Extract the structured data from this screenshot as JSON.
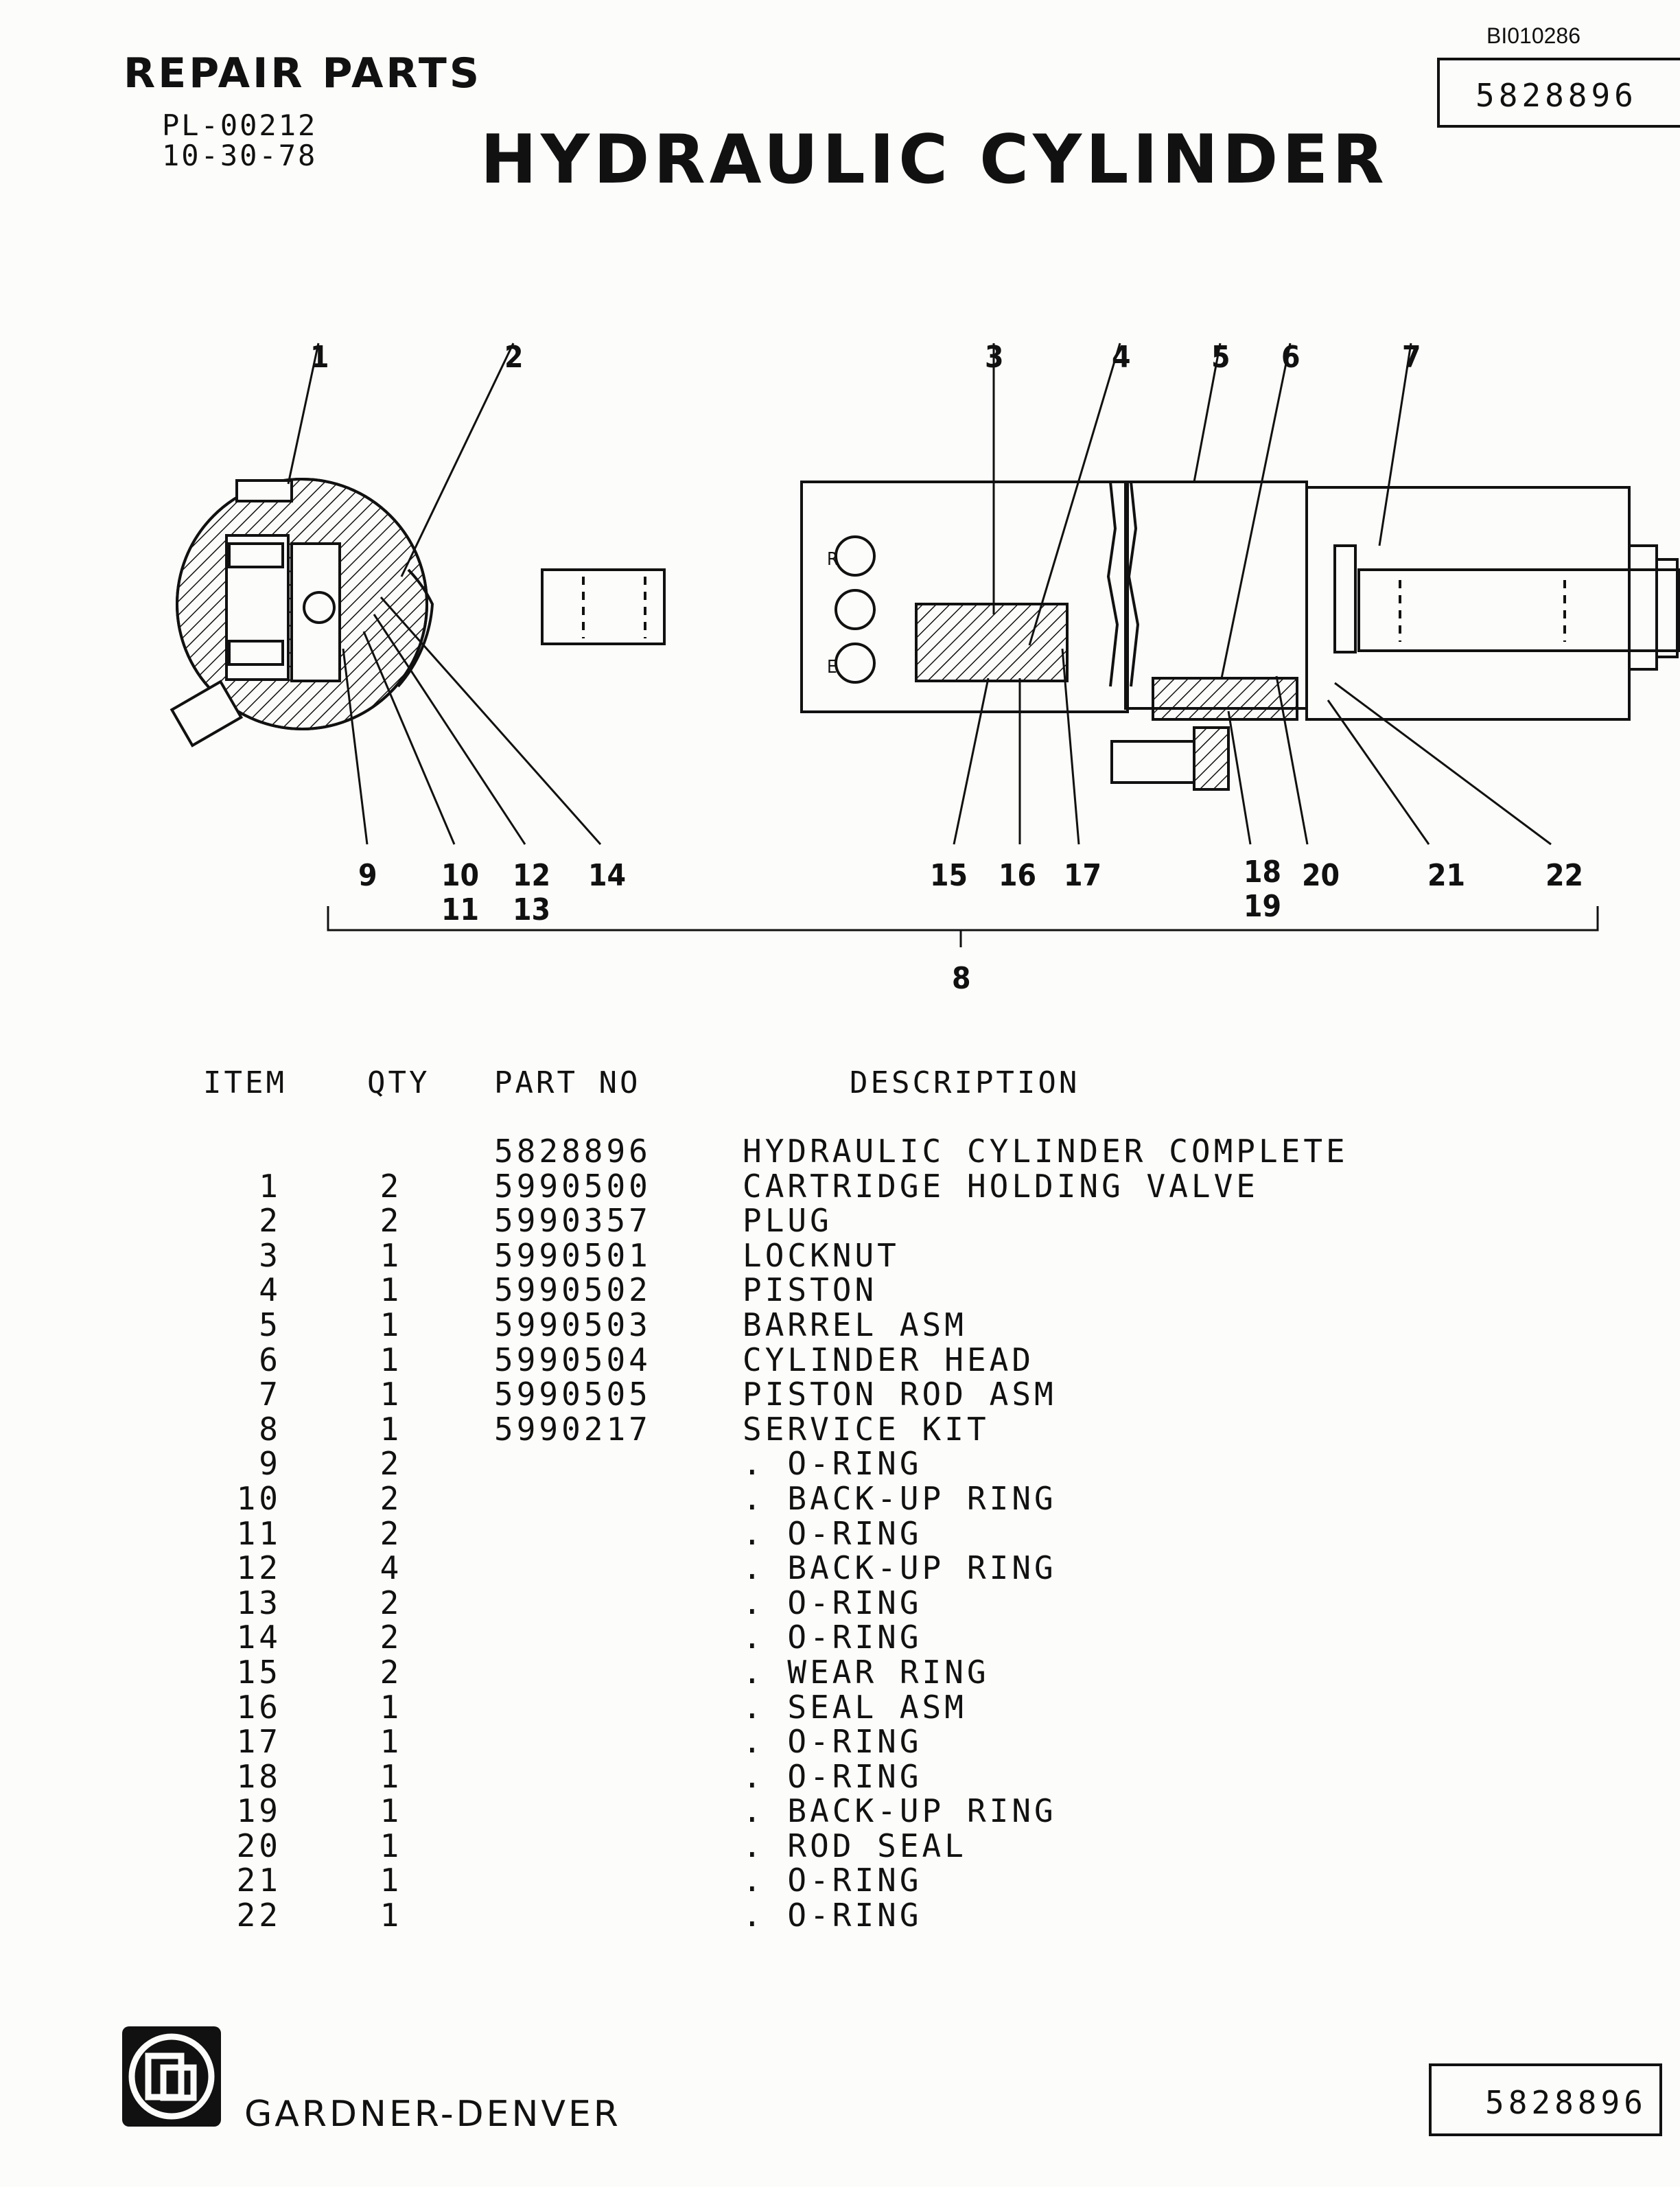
{
  "header": {
    "doc_id": "BI010286",
    "part_box_top": "5828896",
    "section": "REPAIR PARTS",
    "pl_code": "PL-00212",
    "date": "10-30-78",
    "title": "HYDRAULIC CYLINDER"
  },
  "diagram": {
    "callouts": [
      "1",
      "2",
      "3",
      "4",
      "5",
      "6",
      "7",
      "8",
      "9",
      "10",
      "11",
      "12",
      "13",
      "14",
      "15",
      "16",
      "17",
      "18",
      "19",
      "20",
      "21",
      "22"
    ],
    "port_labels": [
      "R",
      "E"
    ]
  },
  "table": {
    "headers": {
      "item": "ITEM",
      "qty": "QTY",
      "part_no": "PART NO",
      "description": "DESCRIPTION"
    },
    "rows": [
      {
        "item": "",
        "qty": "",
        "part_no": "5828896",
        "description": "HYDRAULIC CYLINDER COMPLETE"
      },
      {
        "item": "1",
        "qty": "2",
        "part_no": "5990500",
        "description": "CARTRIDGE HOLDING VALVE"
      },
      {
        "item": "2",
        "qty": "2",
        "part_no": "5990357",
        "description": "PLUG"
      },
      {
        "item": "3",
        "qty": "1",
        "part_no": "5990501",
        "description": "LOCKNUT"
      },
      {
        "item": "4",
        "qty": "1",
        "part_no": "5990502",
        "description": "PISTON"
      },
      {
        "item": "5",
        "qty": "1",
        "part_no": "5990503",
        "description": "BARREL ASM"
      },
      {
        "item": "6",
        "qty": "1",
        "part_no": "5990504",
        "description": "CYLINDER HEAD"
      },
      {
        "item": "7",
        "qty": "1",
        "part_no": "5990505",
        "description": "PISTON ROD ASM"
      },
      {
        "item": "8",
        "qty": "1",
        "part_no": "5990217",
        "description": "SERVICE KIT"
      },
      {
        "item": "9",
        "qty": "2",
        "part_no": "",
        "description": ". O-RING"
      },
      {
        "item": "10",
        "qty": "2",
        "part_no": "",
        "description": ". BACK-UP RING"
      },
      {
        "item": "11",
        "qty": "2",
        "part_no": "",
        "description": ". O-RING"
      },
      {
        "item": "12",
        "qty": "4",
        "part_no": "",
        "description": ". BACK-UP RING"
      },
      {
        "item": "13",
        "qty": "2",
        "part_no": "",
        "description": ". O-RING"
      },
      {
        "item": "14",
        "qty": "2",
        "part_no": "",
        "description": ". O-RING"
      },
      {
        "item": "15",
        "qty": "2",
        "part_no": "",
        "description": ". WEAR RING"
      },
      {
        "item": "16",
        "qty": "1",
        "part_no": "",
        "description": ". SEAL ASM"
      },
      {
        "item": "17",
        "qty": "1",
        "part_no": "",
        "description": ". O-RING"
      },
      {
        "item": "18",
        "qty": "1",
        "part_no": "",
        "description": ". O-RING"
      },
      {
        "item": "19",
        "qty": "1",
        "part_no": "",
        "description": ". BACK-UP RING"
      },
      {
        "item": "20",
        "qty": "1",
        "part_no": "",
        "description": ". ROD SEAL"
      },
      {
        "item": "21",
        "qty": "1",
        "part_no": "",
        "description": ". O-RING"
      },
      {
        "item": "22",
        "qty": "1",
        "part_no": "",
        "description": ". O-RING"
      }
    ]
  },
  "footer": {
    "brand": "GARDNER-DENVER",
    "part_box_bottom": "5828896",
    "logo_icon": "gardner-denver-logo-icon"
  }
}
